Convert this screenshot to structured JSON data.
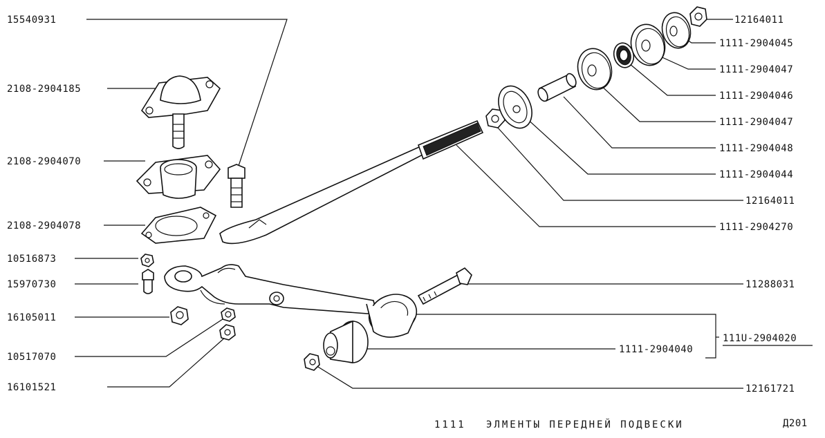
{
  "labels": {
    "l15540931": "15540931",
    "l2108_2904185": "2108-2904185",
    "l2108_2904070": "2108-2904070",
    "l2108_2904078": "2108-2904078",
    "l10516873": "10516873",
    "l15970730": "15970730",
    "l16105011": "16105011",
    "l10517070": "10517070",
    "l16101521": "16101521",
    "r12164011_top": "12164011",
    "r1111_2904045": "1111-2904045",
    "r1111_2904047a": "1111-2904047",
    "r1111_2904046": "1111-2904046",
    "r1111_2904047b": "1111-2904047",
    "r1111_2904048": "1111-2904048",
    "r1111_2904044": "1111-2904044",
    "r12164011_mid": "12164011",
    "r1111_2904270": "1111-2904270",
    "r11288031": "11288031",
    "r111U_2904020": "111U-2904020",
    "c1111_2904040": "1111-2904040",
    "r12161721": "12161721"
  },
  "footer": {
    "model": "1111",
    "title": "ЭЛМЕНТЫ ПЕРЕДНЕЙ ПОДВЕСКИ",
    "sheet": "Д201"
  },
  "colors": {
    "ink": "#111111",
    "paper": "#ffffff"
  }
}
